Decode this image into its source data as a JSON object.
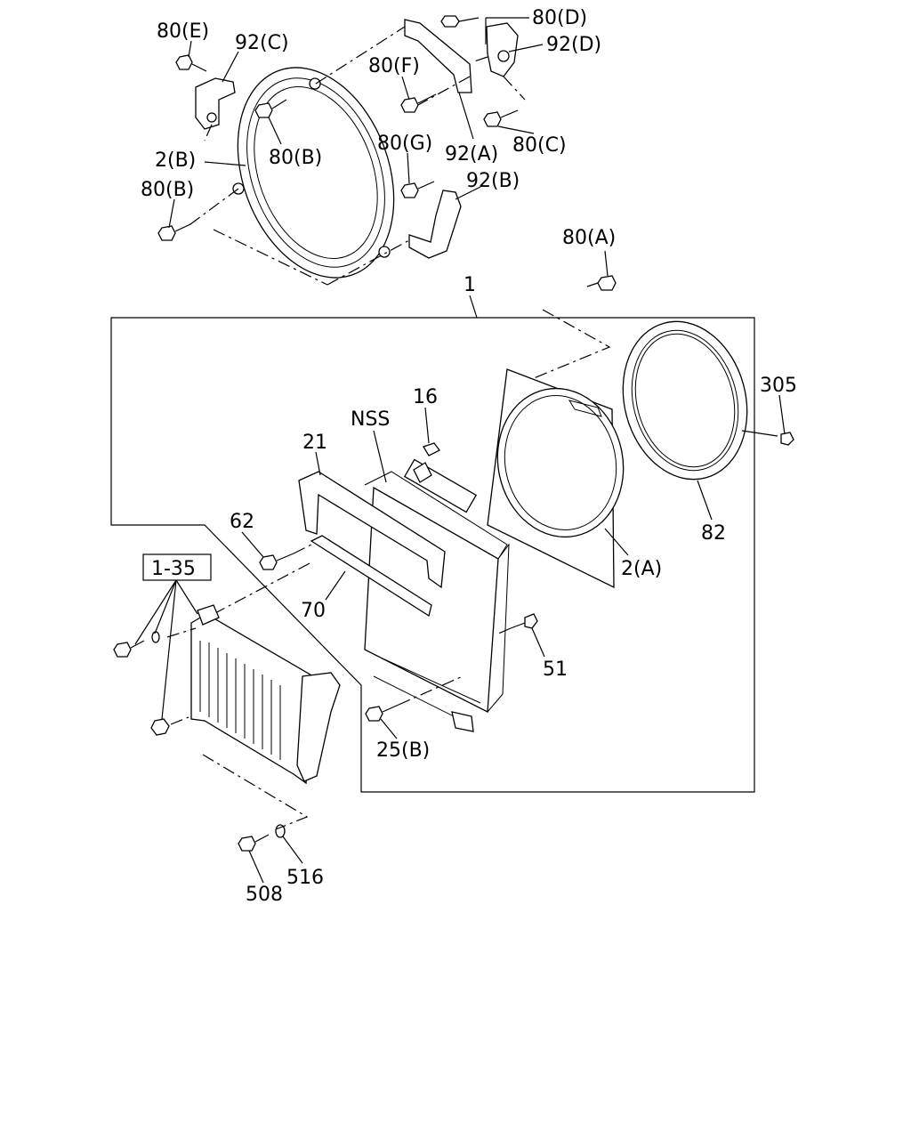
{
  "labels": {
    "l80D": "80(D)",
    "l80E": "80(E)",
    "l92C": "92(C)",
    "l92D": "92(D)",
    "l80F": "80(F)",
    "l80B1": "80(B)",
    "l2B": "2(B)",
    "l92A": "92(A)",
    "l80C": "80(C)",
    "l80G": "80(G)",
    "l80B2": "80(B)",
    "l92B": "92(B)",
    "l80A": "80(A)",
    "l1": "1",
    "l305": "305",
    "l16": "16",
    "lNSS": "NSS",
    "l21": "21",
    "l82": "82",
    "l62": "62",
    "l2A": "2(A)",
    "l135": "1-35",
    "l70": "70",
    "l51": "51",
    "l25B": "25(B)",
    "l516": "516",
    "l508": "508"
  }
}
